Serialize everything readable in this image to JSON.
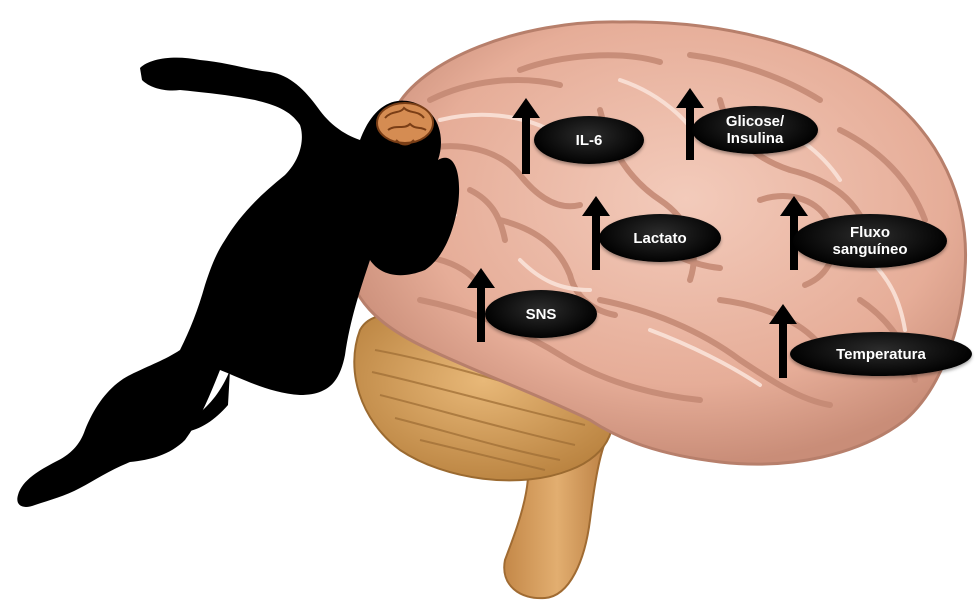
{
  "diagram": {
    "colors": {
      "brain": "#ebb6a2",
      "brain_shade": "#c88c78",
      "brain_gyri": "#f6d8cb",
      "cerebellum": "#d9a464",
      "brainstem": "#cd955a",
      "silhouette": "#000000",
      "label_bg": "#000000",
      "label_text": "#ffffff"
    },
    "icons": [
      "running-person-silhouette",
      "small-brain-icon",
      "up-arrow-icon"
    ],
    "labels": {
      "il6": "IL-6",
      "glicose": "Glicose/\nInsulina",
      "lactato": "Lactato",
      "fluxo": "Fluxo\nsanguíneo",
      "sns": "SNS",
      "temperatura": "Temperatura"
    }
  }
}
